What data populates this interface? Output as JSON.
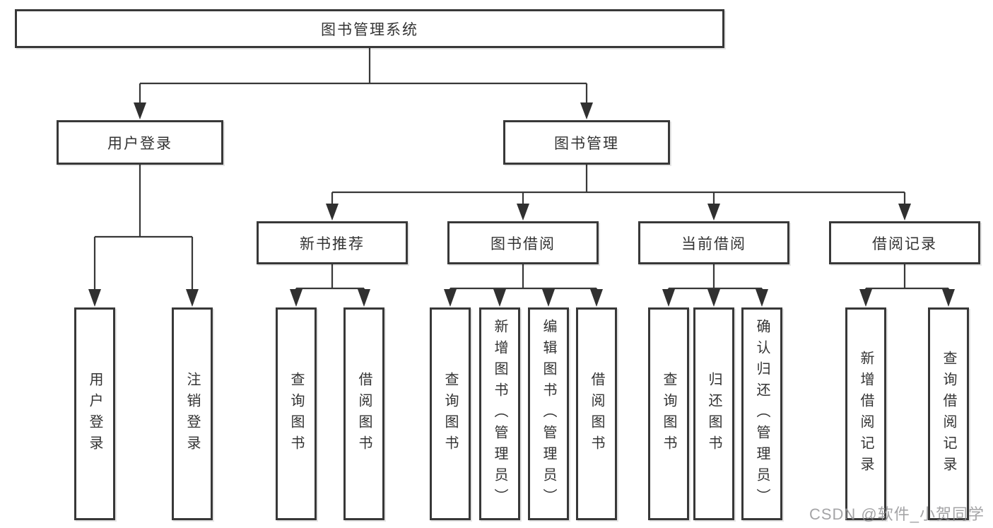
{
  "colors": {
    "background": "#ffffff",
    "line": "#383838",
    "text": "#333333",
    "watermark": "#949496"
  },
  "nodes": {
    "root": "图书管理系统",
    "level2": {
      "user_login": "用户登录",
      "book_management": "图书管理"
    },
    "level3": {
      "new_book_recommend": "新书推荐",
      "book_borrow": "图书借阅",
      "current_borrow": "当前借阅",
      "borrow_record": "借阅记录"
    },
    "leaves": {
      "user_login": "用户登录",
      "logout": "注销登录",
      "nb_query_book": "查询图书",
      "nb_borrow_book": "借阅图书",
      "bb_query_book": "查询图书",
      "bb_add_book": "新增图书（管理员）",
      "bb_edit_book": "编辑图书（管理员）",
      "bb_borrow_book": "借阅图书",
      "cb_query_book": "查询图书",
      "cb_return_book": "归还图书",
      "cb_confirm_return": "确认归还（管理员）",
      "br_add_record": "新增借阅记录",
      "br_query_record": "查询借阅记录"
    }
  },
  "watermark": "CSDN @软件_小贺同学"
}
